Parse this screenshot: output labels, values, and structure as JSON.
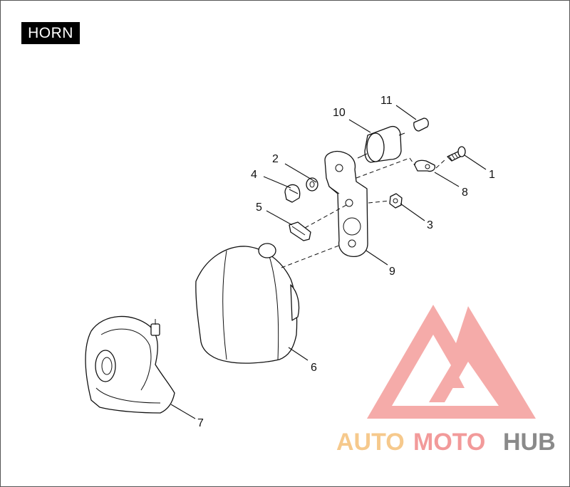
{
  "title": "HORN",
  "callouts": [
    {
      "id": "1",
      "label": "1"
    },
    {
      "id": "2",
      "label": "2"
    },
    {
      "id": "3",
      "label": "3"
    },
    {
      "id": "4",
      "label": "4"
    },
    {
      "id": "5",
      "label": "5"
    },
    {
      "id": "6",
      "label": "6"
    },
    {
      "id": "7",
      "label": "7"
    },
    {
      "id": "8",
      "label": "8"
    },
    {
      "id": "9",
      "label": "9"
    },
    {
      "id": "10",
      "label": "10"
    },
    {
      "id": "11",
      "label": "11"
    }
  ],
  "watermark": {
    "part1": "AUTO",
    "part2": "MOTO",
    "part3": "HUB",
    "colors": {
      "auto": "#f6c98c",
      "moto": "#f29a9a",
      "hub": "#8a8a8a",
      "logo": "#f4a3a0"
    }
  }
}
